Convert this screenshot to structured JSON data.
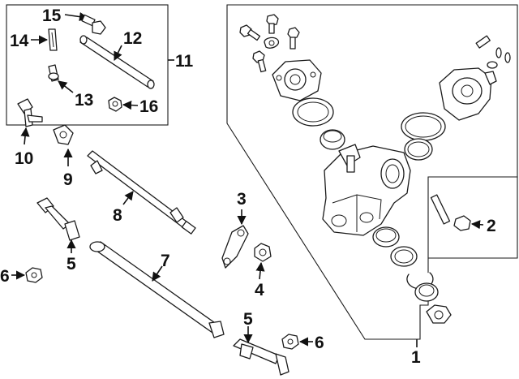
{
  "callouts": {
    "c1": "1",
    "c2": "2",
    "c3": "3",
    "c4": "4",
    "c5a": "5",
    "c5b": "5",
    "c6a": "6",
    "c6b": "6",
    "c7": "7",
    "c8": "8",
    "c9": "9",
    "c10": "10",
    "c11": "11",
    "c12": "12",
    "c13": "13",
    "c14": "14",
    "c15": "15",
    "c16": "16"
  }
}
